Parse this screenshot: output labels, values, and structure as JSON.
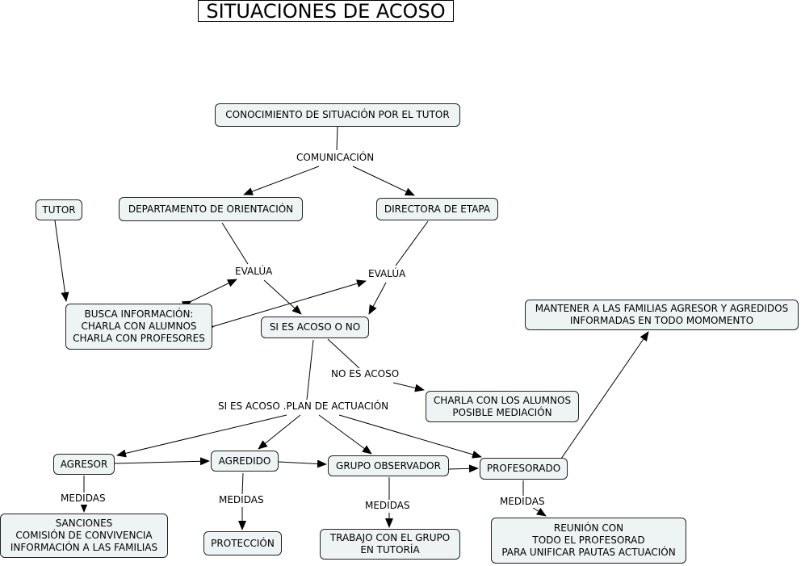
{
  "title": "SITUACIONES DE ACOSO",
  "concepts": {
    "conocimiento": "CONOCIMIENTO DE SITUACIÓN POR EL TUTOR",
    "tutor": "TUTOR",
    "departamento": "DEPARTAMENTO DE ORIENTACIÓN",
    "directora": "DIRECTORA DE ETAPA",
    "busca": "BUSCA INFORMACIÓN:\nCHARLA CON ALUMNOS\nCHARLA CON PROFESORES",
    "si_es_acoso_o_no": "SI ES ACOSO O NO",
    "mantener": "MANTENER A LAS FAMILIAS AGRESOR Y AGREDIDOS\nINFORMADAS EN TODO MOMOMENTO",
    "charla_mediacion": "CHARLA CON LOS ALUMNOS\nPOSIBLE MEDIACIÓN",
    "agresor": "AGRESOR",
    "agredido": "AGREDIDO",
    "grupo_observador": "GRUPO OBSERVADOR",
    "profesorado": "PROFESORADO",
    "sanciones": "SANCIONES\nCOMISIÓN DE CONVIVENCIA\nINFORMACIÓN A LAS FAMILIAS",
    "proteccion": "PROTECCIÓN",
    "trabajo": "TRABAJO CON EL GRUPO\nEN TUTORÍA",
    "reunion": "REUNIÓN CON\nTODO EL PROFESORAD\nPARA UNIFICAR PAUTAS ACTUACIÓN"
  },
  "links": {
    "comunicacion": "COMUNICACIÓN",
    "evalua_left": "EVALÚA",
    "evalua_right": "EVALÚA",
    "no_es_acoso": "NO ES ACOSO",
    "si_es_acoso_plan": "SI ES ACOSO .PLAN DE ACTUACIÓN",
    "medidas_agresor": "MEDIDAS",
    "medidas_agredido": "MEDIDAS",
    "medidas_grupo": "MEDIDAS",
    "medidas_profesorado": "MEDIDAS"
  }
}
